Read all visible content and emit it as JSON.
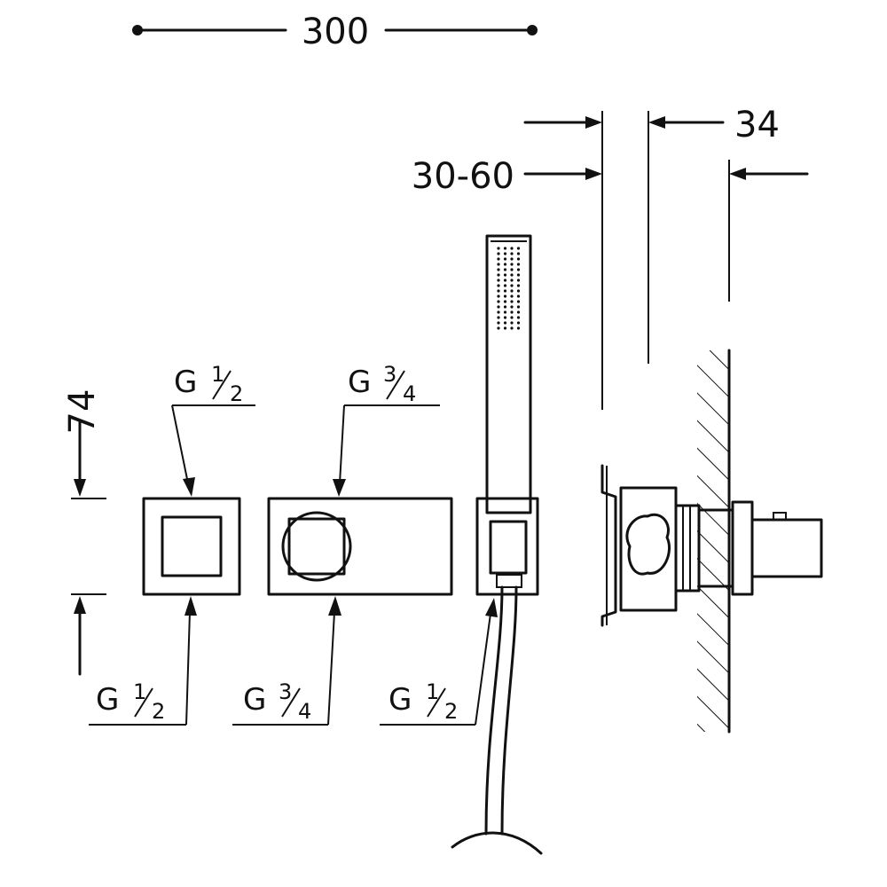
{
  "dimensions": {
    "width": "300",
    "depth": "34",
    "range": "30-60",
    "height": "74"
  },
  "labels": {
    "top_left": {
      "prefix": "G",
      "num": "1",
      "den": "2"
    },
    "top_mid": {
      "prefix": "G",
      "num": "3",
      "den": "4"
    },
    "bot_left": {
      "prefix": "G",
      "num": "1",
      "den": "2"
    },
    "bot_mid": {
      "prefix": "G",
      "num": "3",
      "den": "4"
    },
    "bot_shower": {
      "prefix": "G",
      "num": "1",
      "den": "2"
    }
  },
  "colors": {
    "ink": "#111111",
    "background": "#ffffff"
  }
}
